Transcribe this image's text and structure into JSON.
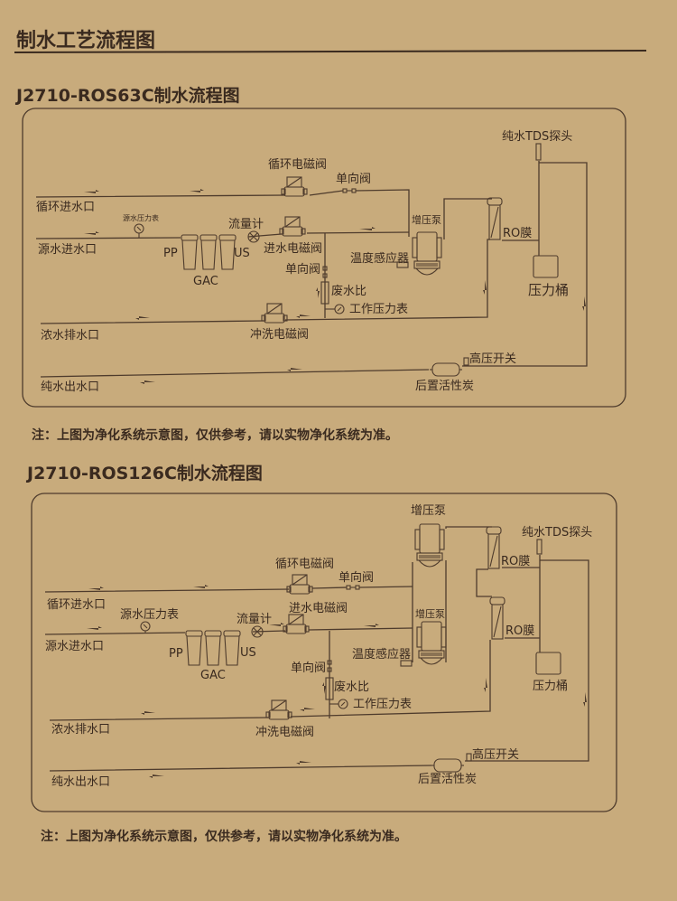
{
  "page_title": "制水工艺流程图",
  "diagrams": [
    {
      "title": "J2710-ROS63C制水流程图",
      "labels": {
        "recirc_inlet": "循环进水口",
        "recirc_valve": "循环电磁阀",
        "check_valve_top": "单向阀",
        "source_inlet": "源水进水口",
        "source_gauge": "源水压力表",
        "pp": "PP",
        "gac": "GAC",
        "us": "US",
        "flowmeter": "流量计",
        "inlet_valve": "进水电磁阀",
        "pump": "增压泵",
        "temp_sensor": "温度感应器",
        "check_valve": "单向阀",
        "waste_ratio": "废水比",
        "work_gauge": "工作压力表",
        "concentrate_outlet": "浓水排水口",
        "flush_valve": "冲洗电磁阀",
        "ro": "RO膜",
        "tds_probe": "纯水TDS探头",
        "tank": "压力桶",
        "hp_switch": "高压开关",
        "post_carbon": "后置活性炭",
        "pure_outlet": "纯水出水口"
      },
      "note": "注：上图为净化系统示意图，仅供参考，请以实物净化系统为准。"
    },
    {
      "title": "J2710-ROS126C制水流程图",
      "labels": {
        "recirc_inlet": "循环进水口",
        "recirc_valve": "循环电磁阀",
        "check_valve_top": "单向阀",
        "source_inlet": "源水进水口",
        "source_gauge": "源水压力表",
        "pp": "PP",
        "gac": "GAC",
        "us": "US",
        "flowmeter": "流量计",
        "inlet_valve": "进水电磁阀",
        "pump1": "增压泵",
        "pump2": "增压泵",
        "temp_sensor": "温度感应器",
        "check_valve": "单向阀",
        "waste_ratio": "废水比",
        "work_gauge": "工作压力表",
        "concentrate_outlet": "浓水排水口",
        "flush_valve": "冲洗电磁阀",
        "ro1": "RO膜",
        "ro2": "RO膜",
        "tds_probe": "纯水TDS探头",
        "tank": "压力桶",
        "hp_switch": "高压开关",
        "post_carbon": "后置活性炭",
        "pure_outlet": "纯水出水口"
      },
      "note": "注：上图为净化系统示意图，仅供参考，请以实物净化系统为准。"
    }
  ]
}
